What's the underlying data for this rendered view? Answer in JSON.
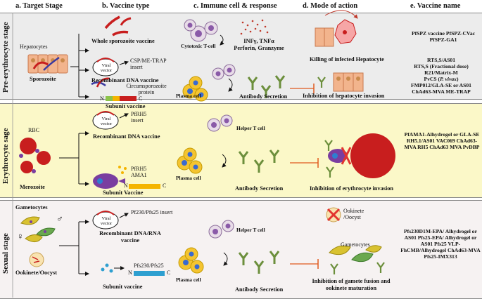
{
  "headers": {
    "target_stage": "a. Target Stage",
    "vaccine_type": "b. Vaccine type",
    "immune_response": "c. Immune cell & response",
    "mode_of_action": "d. Mode of action",
    "vaccine_name": "e. Vaccine name"
  },
  "colors": {
    "pre_band": "#ececec",
    "ery_band": "#fbf8c8",
    "sex_band": "#f6f2f2",
    "arrow_red": "#e05a1e",
    "antibody_green": "#6c8f3c",
    "rbc_red": "#c81e1e",
    "parasite_purple": "#7a3ea0"
  },
  "pre_erythrocyte": {
    "stage_label": "Pre-erythrocyte stage",
    "hepatocytes_label": "Hepatocytes",
    "sporozoite_label": "Sporozoite",
    "whole_sporozoite_label": "Whole sporozoite vaccine",
    "viral_vector_label": "Viral vector",
    "csp_insert_label": "CSP/ME-TRAP insert",
    "recombinant_label": "Recombinant DNA vaccine",
    "circumsporozoite_label": "Circumsporozoite protein",
    "n_label": "N",
    "c_label": "C",
    "subunit_label": "Subunit vaccine",
    "cytotoxic_label": "Cytotoxic T-cell",
    "cytokine_label": "INFγ, TNFα Perforin, Granzyme",
    "plasma_label": "Plasma cell",
    "antibody_label": "Antibody Secretion",
    "killing_label": "Killing of infected Hepatocyte",
    "inhibition_label": "Inhibition of hepatocyte invasion",
    "vaccine_names_1": "PfSPZ vaccine PfSPZ-CVac PfSPZ-GA1",
    "vaccine_names_2a": "RTS,S/AS01",
    "vaccine_names_2b": "RTS,S (Fractional dose)",
    "vaccine_names_2c": "R21/Matrix-M",
    "vaccine_names_2d_pre": "PvCS (",
    "vaccine_names_2d_it": "P. vivax",
    "vaccine_names_2d_post": ")",
    "vaccine_names_2e": "FMP012/GLA-SE or AS01",
    "vaccine_names_2f": "ChAd63-MVA ME-TRAP"
  },
  "erythrocyte": {
    "stage_label": "Erythrocyte sage",
    "rbc_label": "RBC",
    "merozoite_label": "Merozoite",
    "pfrh5_insert_label": "PfRH5 insert",
    "recombinant_label": "Recombinant DNA vaccine",
    "antigen_label": "PfRH5 AMA1",
    "n_label": "N",
    "c_label": "C",
    "subunit_label": "Subunit Vaccine",
    "helper_label": "Helper T cell",
    "plasma_label": "Plasma cell",
    "antibody_label": "Antibody Secretion",
    "inhibition_label": "Inhibition of erythrocyte invasion",
    "vaccine_names": "PfAMA1-Alhydrogel or GLA-SE RH5.1/AS01 VAC069 ChAd63-MVA RH5 ChAd63 MVA PvDBP"
  },
  "sexual": {
    "stage_label": "Sexual stage",
    "gametocytes_label": "Gametocytes",
    "female_symbol": "♀",
    "male_symbol": "♂",
    "ookinete_label": "Ookinete/Oocyst",
    "viral_vector_label": "Viral vector",
    "insert_label": "Pf230/Pfs25 insert",
    "recombinant_label": "Recombinant DNA/RNA vaccine",
    "antigen_label": "Pfs230/Pfs25",
    "n_label": "N",
    "c_label": "C",
    "subunit_label": "Subunit vaccine",
    "helper_label": "Helper T cell",
    "plasma_label": "Plasma cell",
    "antibody_label": "Antibody Secretion",
    "ookinete_oocyst_label": "Ookinete /Oocyst",
    "gametocytes_label2": "Gametocytes",
    "inhibition_label": "Inhibition of gamete fusion and ookinete maturation",
    "vaccine_names": "Pfs230D1M-EPA/ Alhydrogel or AS01 Pfs25-EPA/ Alhydrogel or AS01 Pfs25 VLP-FhCMB/Alhydrogel ChAd63-MVA Pfs25-IMX313"
  }
}
